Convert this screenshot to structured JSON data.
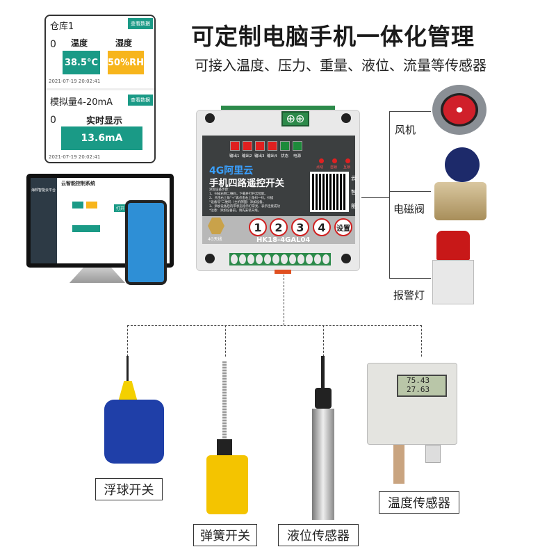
{
  "headline": "可定制电脑手机一体化管理",
  "subheadline": "可接入温度、压力、重量、液位、流量等传感器",
  "phone_card": {
    "group1": {
      "name": "仓库1",
      "button": "查看数据",
      "count": "0",
      "temp_label": "温度",
      "temp_value": "38.5°C",
      "hum_label": "湿度",
      "hum_value": "50%RH",
      "timestamp": "2021-07-19 20:02:41"
    },
    "group2": {
      "name": "模拟量4-20mA",
      "button": "查看数据",
      "count": "0",
      "display_label": "实时显示",
      "display_value": "13.6mA",
      "timestamp": "2021-07-19 20:02:41"
    }
  },
  "laptop": {
    "system_title": "云智能控制系统",
    "sidebar_title": "海邦智能云平台",
    "open_label": "打开"
  },
  "device": {
    "outputs": [
      "输出1",
      "输出2",
      "输出3",
      "输出4",
      "状态",
      "电源"
    ],
    "modes": [
      "点动",
      "自锁",
      "互锁"
    ],
    "brand": "4G阿里云",
    "name": "手机四路遥控开关",
    "side_text": [
      "云",
      "智",
      "能"
    ],
    "instructions": [
      "添加设备步骤：",
      "1、扫描右侧二维码，下载并打开云智能。",
      "2、点击右上角“+”再点击右上角扫一扫，扫描",
      "“设备号”二维码（主机侧面）添加设备。",
      "3、添加设备后的带状态指示灯常亮，表示连接成功",
      "*注意：添加设备前，请先安装天线。"
    ],
    "antenna_label": "4G天线",
    "buttons": [
      "1",
      "2",
      "3",
      "4",
      "设置"
    ],
    "model": "HK18-4GAL04"
  },
  "outputs_devices": [
    "风机",
    "电磁阀",
    "报警灯"
  ],
  "sensors": [
    "浮球开关",
    "弹簧开关",
    "液位传感器",
    "温度传感器"
  ],
  "temp_sensor_display": [
    "75.43",
    "27.63"
  ],
  "colors": {
    "teal": "#1a9a86",
    "orange": "#f7b51c",
    "red": "#d02020",
    "green": "#2c8a4a"
  }
}
